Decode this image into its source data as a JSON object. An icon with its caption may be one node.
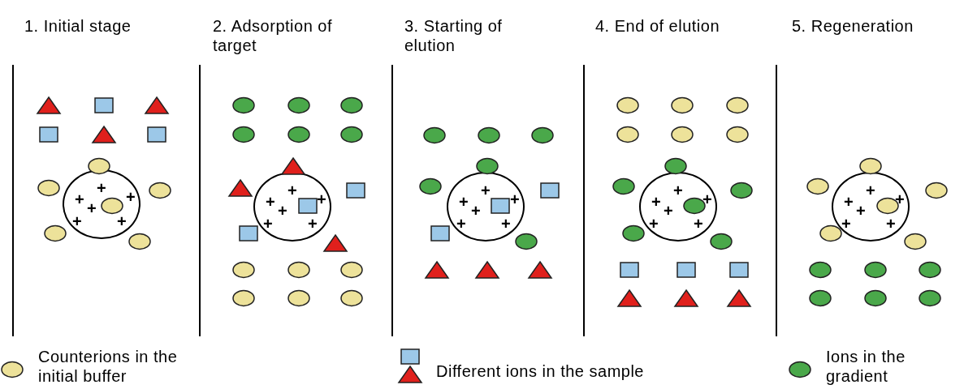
{
  "diagram": {
    "nodes": [
      {
        "text": [
          "+",
          "+",
          "+",
          "+",
          "+",
          "+"
        ]
      },
      {
        "text": [
          "+",
          "+",
          "+",
          "+",
          "+",
          "+"
        ]
      },
      {
        "text": [
          "+",
          "+",
          "+",
          "+",
          "+",
          "+"
        ]
      },
      {
        "text": [
          "+",
          "+",
          "+",
          "+",
          "+",
          "+"
        ]
      },
      {
        "text": [
          "+",
          "+",
          "+",
          "+",
          "+",
          "+"
        ]
      }
    ],
    "labels": [
      "1. Initial stage",
      "2. Adsorption of target",
      "3. Starting of elution",
      "4. End of elution",
      "5. Regeneration"
    ],
    "legend": [
      {
        "text": "Counterions in the initial buffer",
        "color": "#ede29a"
      },
      {
        "text": "Different ions in the sample"
      },
      {
        "text": "Ions in the gradient",
        "color": "#4aa84a"
      }
    ]
  }
}
